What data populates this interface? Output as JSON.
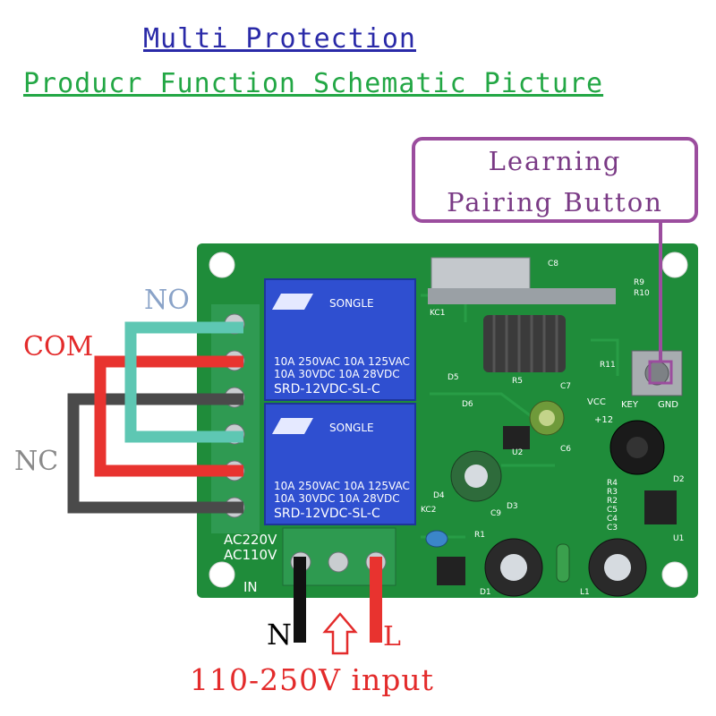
{
  "title": {
    "line1": "Multi Protection",
    "line2": "Producr Function Schematic Picture "
  },
  "callout": {
    "line1": "Learning",
    "line2": "Pairing Button"
  },
  "terminal_labels": {
    "no": "NO",
    "com": "COM",
    "nc": "NC"
  },
  "power": {
    "n": "N",
    "l": "L",
    "input": "110-250V input"
  },
  "pcb": {
    "ac220": "AC220V",
    "ac110": "AC110V",
    "in": "IN",
    "key": "KEY",
    "gnd": "GND",
    "vcc": "VCC",
    "plus12": "+12",
    "relays": [
      {
        "brand": "SONGLE",
        "spec1": "10A 250VAC  10A 125VAC",
        "spec2": "10A 30VDC   10A 28VDC",
        "model": "SRD-12VDC-SL-C"
      },
      {
        "brand": "SONGLE",
        "spec1": "10A 250VAC  10A 125VAC",
        "spec2": "10A 30VDC   10A 28VDC",
        "model": "SRD-12VDC-SL-C"
      }
    ],
    "component_refs": [
      "C8",
      "R9",
      "R10",
      "D1",
      "D2",
      "R11",
      "C7",
      "R5",
      "D5",
      "D6",
      "U2",
      "C6",
      "R4",
      "R3",
      "R2",
      "C5",
      "C4",
      "C3",
      "D3",
      "D4",
      "KC2",
      "R1",
      "L1",
      "U1",
      "KC1",
      "C9"
    ]
  },
  "colors": {
    "pcb_green": "#1f8c3a",
    "wire_no": "#5ec7b3",
    "wire_com": "#e8332f",
    "wire_nc": "#4a4a4a",
    "relay_blue": "#2f4fd0",
    "callout_purple": "#9b4d9e"
  }
}
